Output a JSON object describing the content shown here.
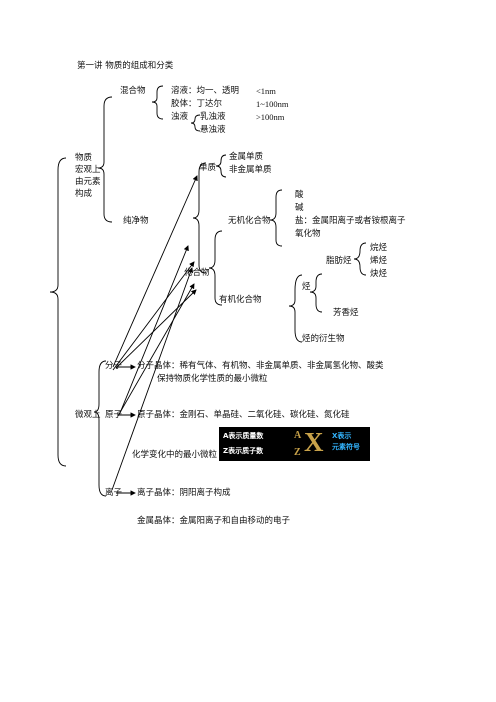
{
  "title": "第一讲  物质的组成和分类",
  "root": [
    "物质",
    "宏观上",
    "由元素",
    "构成"
  ],
  "mixture": {
    "label": "混合物",
    "rows": [
      {
        "name": "溶液：均一、透明",
        "size": "<1nm"
      },
      {
        "name": "胶体：丁达尔",
        "size": "1~100nm"
      },
      {
        "name": "浊液",
        "sub": "乳浊液",
        "size": ">100nm"
      },
      {
        "name": "悬浊液"
      }
    ]
  },
  "pure": {
    "label": "纯净物",
    "element": {
      "label": "单质",
      "items": [
        "金属单质",
        "非金属单质"
      ]
    },
    "compound": {
      "label": "化合物",
      "inorganic": {
        "label": "无机化合物",
        "items": [
          "酸",
          "碱",
          "盐：金属阳离子或者铵根离子",
          "氧化物"
        ]
      },
      "organic": {
        "label": "有机化合物",
        "hydrocarbon": "烃",
        "aliphatic": {
          "label": "脂肪烃",
          "items": [
            "烷烃",
            "烯烃",
            "炔烃"
          ]
        },
        "aromatic": "芳香烃",
        "derivative": "烃的衍生物"
      }
    }
  },
  "micro": {
    "label": "微观上",
    "molecule": {
      "label": "分子",
      "crystal": "分子晶体：稀有气体、有机物、非金属单质、非金属氢化物、酸类",
      "note": "保持物质化学性质的最小微粒"
    },
    "atom": {
      "label": "原子",
      "crystal": "原子晶体：金刚石、单晶硅、二氧化硅、碳化硅、氮化硅",
      "note": "化学变化中的最小微粒"
    },
    "ion": {
      "label": "离子",
      "crystal": "离子晶体：阴阳离子构成"
    },
    "metal": "金属晶体：金属阳离子和自由移动的电子"
  },
  "inset": {
    "a_line": "A表示质量数",
    "z_line": "Z表示质子数",
    "a": "A",
    "z": "Z",
    "x": "X",
    "x_line1": "X表示",
    "x_line2": "元素符号"
  }
}
